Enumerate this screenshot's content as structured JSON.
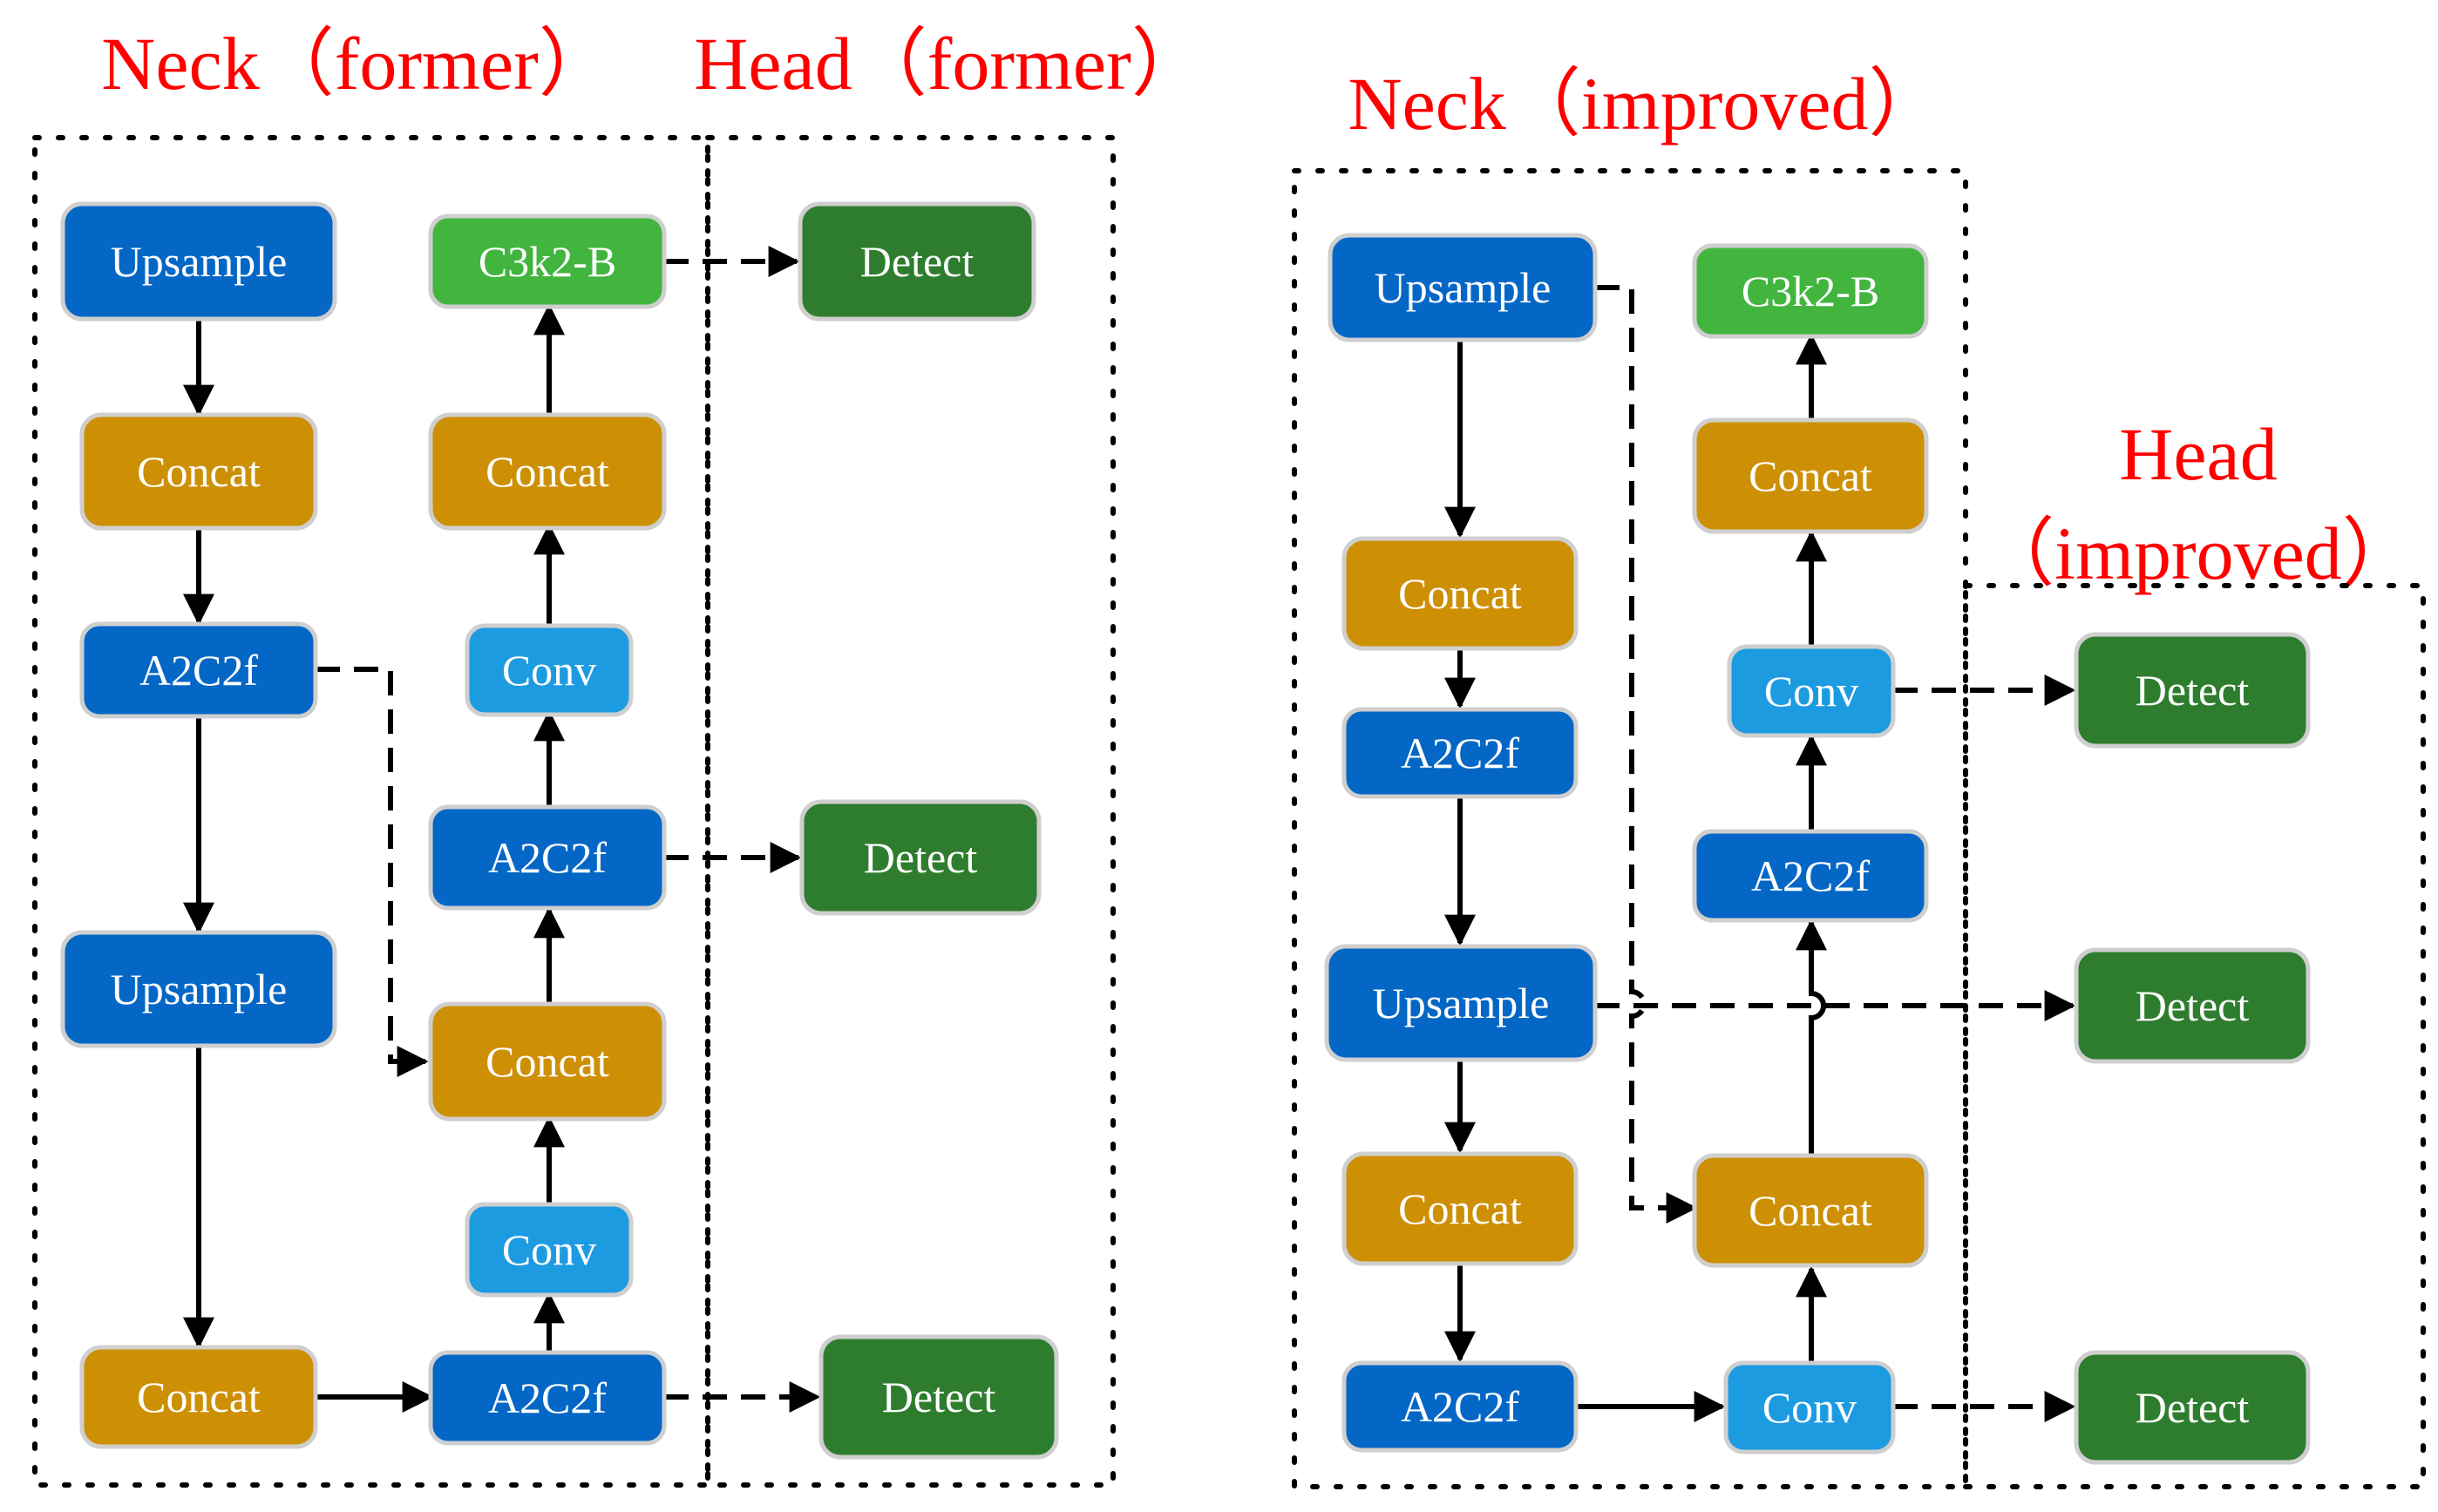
{
  "titles": {
    "neck_former": "Neck（former）",
    "head_former": "Head（former）",
    "neck_improved": "Neck（improved）",
    "head_improved_line1": "Head",
    "head_improved_line2": "（improved）"
  },
  "colors": {
    "blue": "#0467c6",
    "light_blue": "#1d9be0",
    "orange": "#cd9004",
    "green": "#42b53f",
    "dark_green": "#2e7d2e",
    "title_red": "#ff0000"
  },
  "former": {
    "neck_left": [
      "Upsample",
      "Concat",
      "A2C2f",
      "Upsample",
      "Concat"
    ],
    "neck_right": [
      "C3k2-B",
      "Concat",
      "Conv",
      "A2C2f",
      "Concat",
      "Conv",
      "A2C2f"
    ],
    "head": [
      "Detect",
      "Detect",
      "Detect"
    ]
  },
  "improved": {
    "neck_left": [
      "Upsample",
      "Concat",
      "A2C2f",
      "Upsample",
      "Concat",
      "A2C2f"
    ],
    "neck_right": [
      "C3k2-B",
      "Concat",
      "Conv",
      "A2C2f",
      "Concat",
      "Conv"
    ],
    "head": [
      "Detect",
      "Detect",
      "Detect"
    ]
  }
}
